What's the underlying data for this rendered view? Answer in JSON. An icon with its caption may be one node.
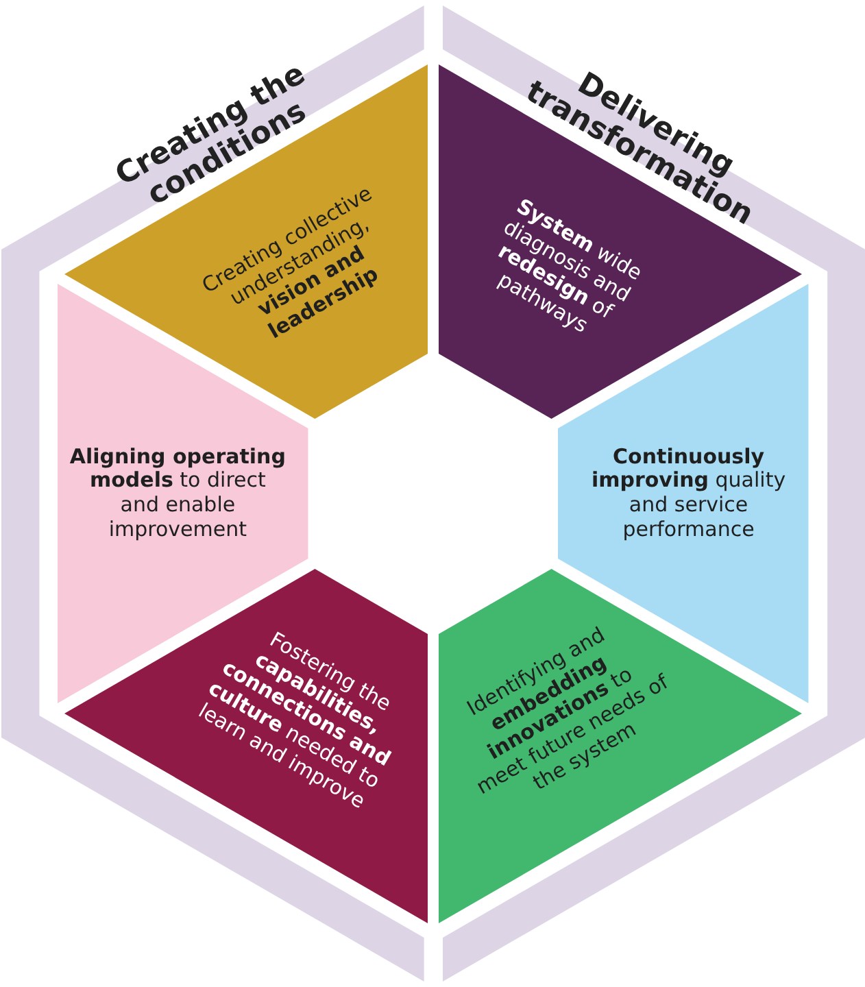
{
  "diagram": {
    "nodes": [
      {
        "text": [
          "Creating the conditions"
        ]
      },
      {
        "text": [
          "Delivering transformation"
        ]
      },
      {
        "text": [
          "Creating collective understanding, **vision and leadership**"
        ]
      },
      {
        "text": [
          "**System** wide diagnosis and **redesign** of pathways"
        ]
      },
      {
        "text": [
          "**Aligning operating models** to direct and enable improvement"
        ]
      },
      {
        "text": [
          "**Continuously improving** quality and service performance"
        ]
      },
      {
        "text": [
          "Fostering the **capabilities, connections and culture** needed to learn and improve"
        ]
      },
      {
        "text": [
          "Identifying and **embedding innovations** to meet future needs of the system"
        ]
      }
    ],
    "edges": []
  }
}
